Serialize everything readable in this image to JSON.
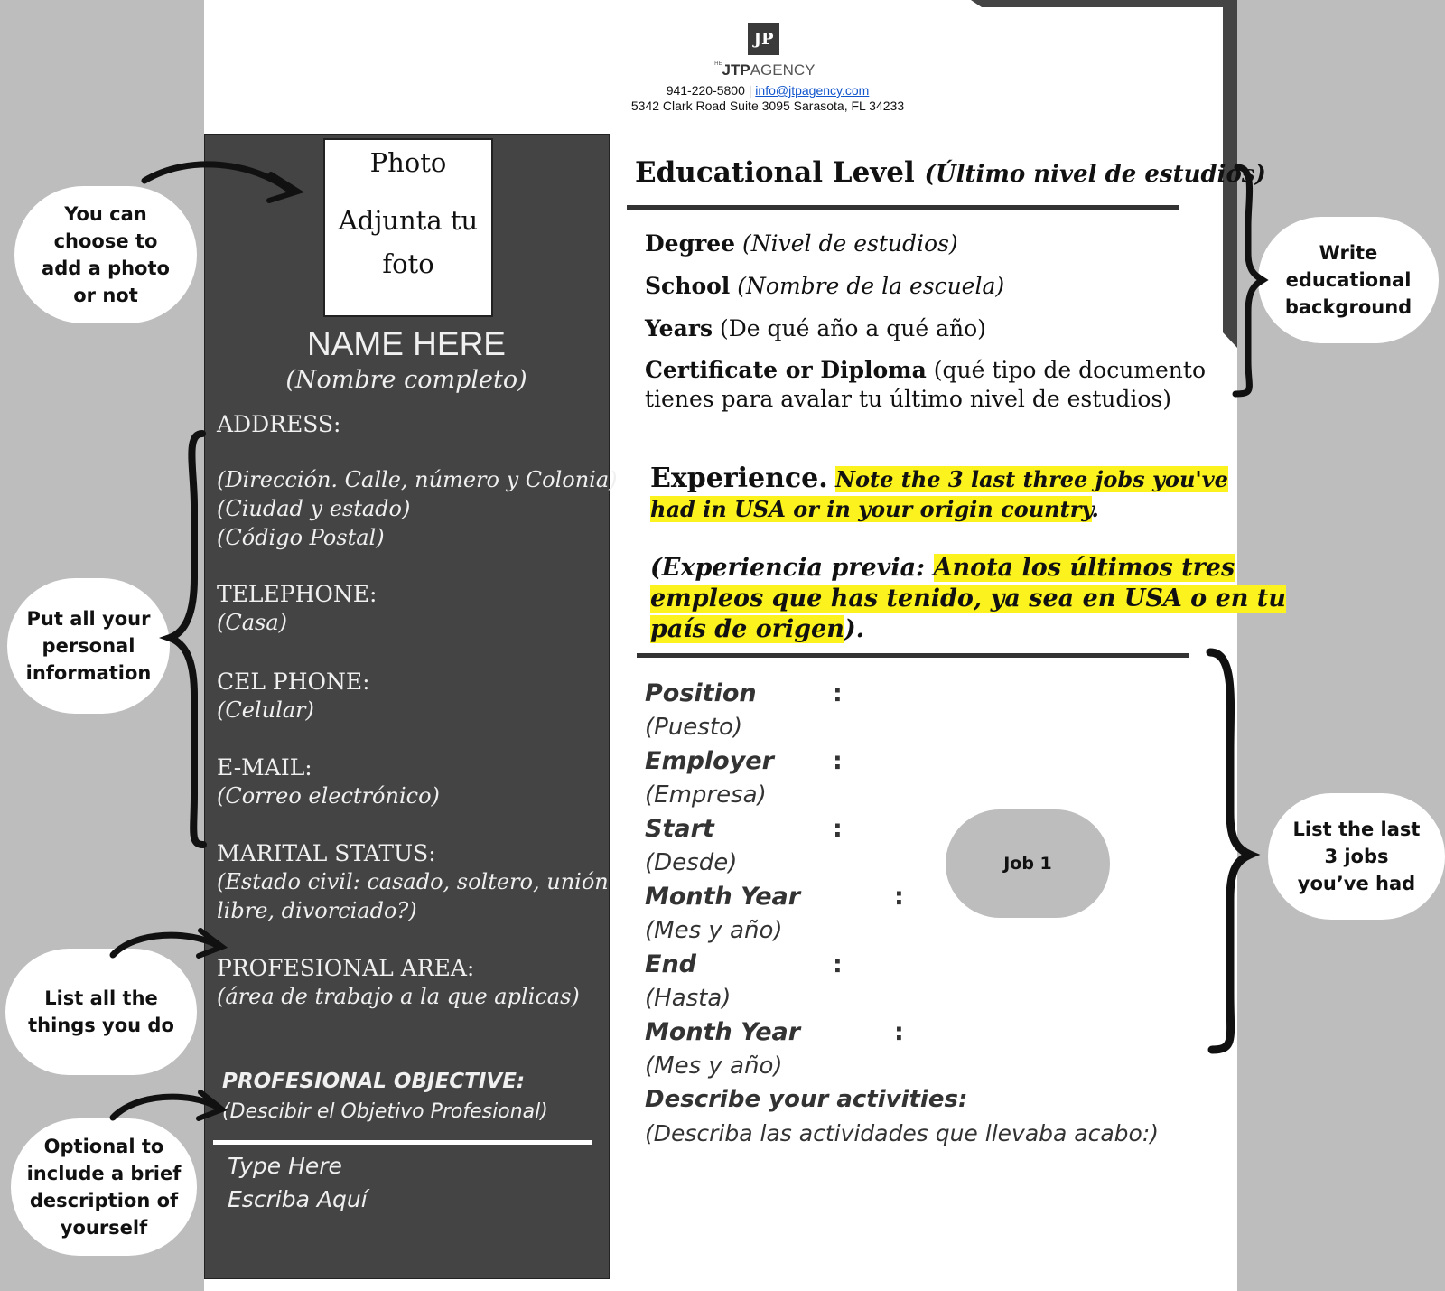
{
  "header": {
    "logo_mark": "JP",
    "logo_small": "THE",
    "brand_bold": "JTP",
    "brand_rest": "AGENCY",
    "phone": "941-220-5800",
    "separator": "|",
    "email": "info@jtpagency.com",
    "address": "5342 Clark Road Suite 3095 Sarasota, FL 34233"
  },
  "photo": {
    "line1": "Photo",
    "line2": "Adjunta tu",
    "line3": "foto"
  },
  "name": {
    "title": "NAME HERE",
    "subtitle": "(Nombre completo)"
  },
  "personal": {
    "address_label": "ADDRESS:",
    "address_1": "(Dirección. Calle, número y Colonia)",
    "address_2": "(Ciudad y estado)",
    "address_3": "(Código Postal)",
    "telephone_label": "TELEPHONE:",
    "telephone_hint": "(Casa)",
    "cel_label": "CEL PHONE:",
    "cel_hint": "(Celular)",
    "email_label": "E-MAIL:",
    "email_hint": "(Correo electrónico)",
    "marital_label": "MARITAL STATUS:",
    "marital_hint_1": "(Estado civil: casado, soltero, unión",
    "marital_hint_2": "libre, divorciado?)",
    "area_label": "PROFESIONAL AREA:",
    "area_hint": "(área de trabajo a la que aplicas)",
    "objective_label": "PROFESIONAL OBJECTIVE:",
    "objective_hint": "(Descibir el Objetivo Profesional)",
    "type_here": "Type Here",
    "escriba": "Escriba Aquí"
  },
  "education": {
    "title": "Educational Level",
    "title_es": "(Último nivel de estudios)",
    "degree_label": "Degree",
    "degree_hint": "(Nivel de estudios)",
    "school_label": "School",
    "school_hint": "(Nombre de la escuela)",
    "years_label": "Years",
    "years_hint": "(De qué año a qué año)",
    "cert_label": "Certificate or Diploma",
    "cert_hint_1": "(qué tipo de documento",
    "cert_hint_2": "tienes para avalar tu último nivel de estudios)"
  },
  "experience": {
    "title": "Experience.",
    "note_1": "Note the 3 last three jobs you've",
    "note_2": "had in USA or in your origin country",
    "note_2_end": ".",
    "es_open": "(Experiencia previa:",
    "es_1": "Anota los últimos tres",
    "es_2": "empleos que has tenido, ya sea en USA o en tu",
    "es_3": "país de origen",
    "es_close": ").",
    "rows": [
      {
        "label": "Position",
        "colon": ":",
        "hint": "(Puesto)"
      },
      {
        "label": "Employer",
        "colon": ":",
        "hint": "(Empresa)"
      },
      {
        "label": "Start",
        "colon": ":",
        "hint": "(Desde)"
      },
      {
        "label": "Month Year",
        "colon": ":",
        "hint": "(Mes y año)"
      },
      {
        "label": "End",
        "colon": ":",
        "hint": "(Hasta)"
      },
      {
        "label": "Month Year",
        "colon": ":",
        "hint": "(Mes y año)"
      }
    ],
    "describe_label": "Describe your activities:",
    "describe_hint": "(Describa las actividades que llevaba acabo:)",
    "job_badge": "Job 1"
  },
  "callouts": {
    "photo_1": "You can",
    "photo_2": "choose to",
    "photo_3": "add a photo",
    "photo_4": "or not",
    "personal_1": "Put all your",
    "personal_2": "personal",
    "personal_3": "information",
    "things_1": "List all the",
    "things_2": "things you do",
    "optional_1": "Optional to",
    "optional_2": "include a brief",
    "optional_3": "description of",
    "optional_4": "yourself",
    "edu_1": "Write",
    "edu_2": "educational",
    "edu_3": "background",
    "jobs_1": "List the last",
    "jobs_2": "3 jobs",
    "jobs_3": "you’ve had"
  },
  "colors": {
    "panel": "#444444",
    "highlight": "#fbf21e",
    "badge": "#bdbdbd",
    "link": "#1155cc"
  }
}
